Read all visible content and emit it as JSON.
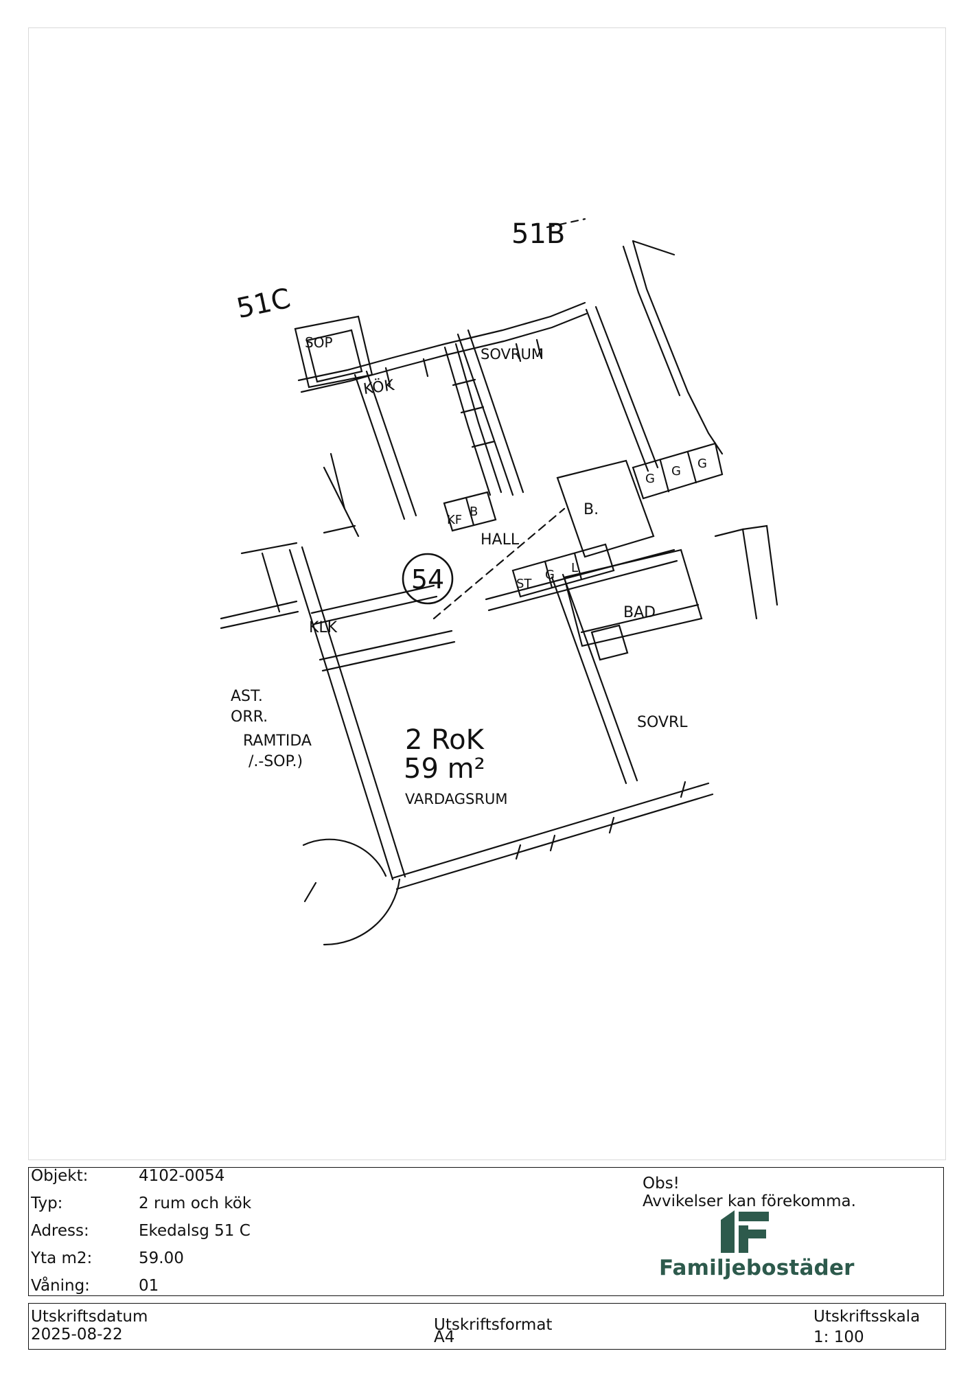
{
  "plan": {
    "labels": {
      "building_51b": "51B",
      "building_51c": "51C",
      "sop": "SOP",
      "kok": "KÖK",
      "sovrum": "SOVRUM",
      "kf": "KF",
      "b": "B",
      "b_dot": "B.",
      "g1": "G",
      "g2": "G",
      "g3": "G",
      "hall": "HALL",
      "apartment_number": "54",
      "st": "ST",
      "g_st": "G",
      "l": "L",
      "klk": "KLK",
      "bad": "BAD",
      "sovrum_right": "SOVRL",
      "ast_line1": "AST.",
      "ast_line2": "ORR.",
      "ast_line3": "RAMTIDA",
      "ast_line4": "/.-SOP.)",
      "size_type": "2 RoK",
      "size_area": "59 m²",
      "vardagsrum": "VARDAGSRUM"
    }
  },
  "info": {
    "rows": [
      {
        "label": "Objekt:",
        "value": "4102-0054"
      },
      {
        "label": "Typ:",
        "value": "2 rum och kök"
      },
      {
        "label": "Adress:",
        "value": "Ekedalsg 51 C"
      },
      {
        "label": "Yta m2:",
        "value": "59.00"
      },
      {
        "label": "Våning:",
        "value": "01"
      }
    ],
    "obs_title": "Obs!",
    "obs_text": "Avvikelser kan förekomma.",
    "logo_text": "Familjebostäder",
    "brand_color": "#2d5a4c"
  },
  "print": {
    "date_label": "Utskriftsdatum",
    "date_value": "2025-08-22",
    "format_label": "Utskriftsformat",
    "format_value": "A4",
    "scale_label": "Utskriftsskala",
    "scale_value": "1: 100"
  }
}
